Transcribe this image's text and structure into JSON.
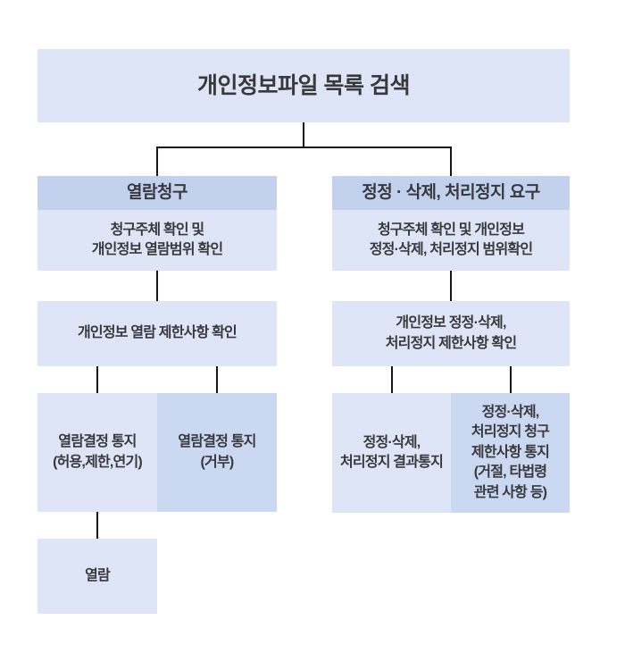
{
  "colors": {
    "background": "#ffffff",
    "box_light": "#dee5f6",
    "box_header": "#c2d1ee",
    "box_dark": "#cad8f1",
    "text": "#38383d",
    "line": "#161616"
  },
  "title": "개인정보파일 목록 검색",
  "left_branch": {
    "header": "열람청구",
    "step1": "청구주체 확인 및\n개인정보 열람범위 확인",
    "step2": "개인정보 열람 제한사항 확인",
    "result_allow": "열람결정 통지\n(허용,제한,연기)",
    "result_reject": "열람결정 통지\n(거부)",
    "final": "열람"
  },
  "right_branch": {
    "header": "정정 · 삭제, 처리정지 요구",
    "step1": "청구주체 확인 및 개인정보\n정정·삭제, 처리정지 범위확인",
    "step2": "개인정보 정정·삭제,\n처리정지 제한사항 확인",
    "result_notice": "정정·삭제,\n처리정지 결과통지",
    "result_restrict": "정정·삭제,\n처리정지 청구\n제한사항 통지\n(거절, 타법령\n관련 사항 등)"
  }
}
